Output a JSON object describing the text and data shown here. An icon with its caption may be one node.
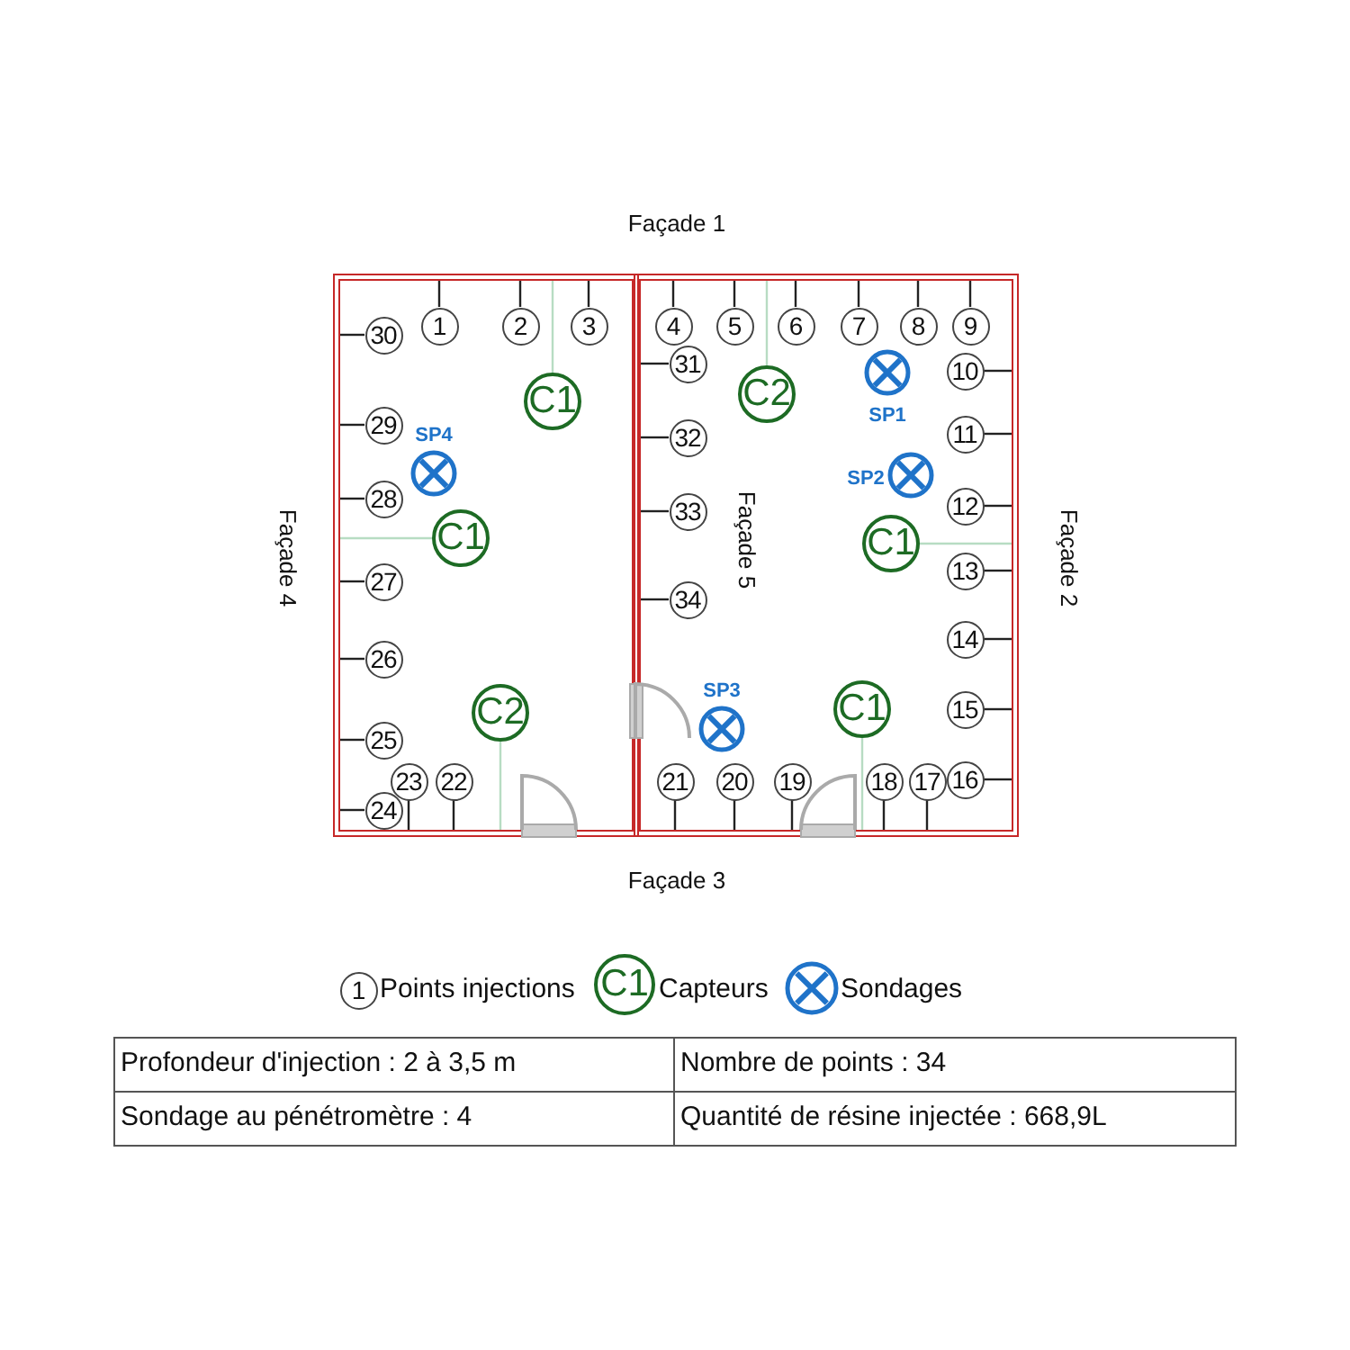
{
  "diagram": {
    "nodes": [
      {
        "text": [],
        "shape": "box"
      },
      {
        "text": [],
        "shape": "box"
      },
      {
        "text": [
          "1"
        ],
        "in": 0
      },
      {
        "text": [
          "2"
        ],
        "in": 0
      },
      {
        "text": [
          "3"
        ],
        "in": 0
      },
      {
        "text": [
          "4"
        ],
        "in": 1
      },
      {
        "text": [
          "5"
        ],
        "in": 1
      },
      {
        "text": [
          "6"
        ],
        "in": 1
      },
      {
        "text": [
          "7"
        ],
        "in": 1
      },
      {
        "text": [
          "8"
        ],
        "in": 1
      },
      {
        "text": [
          "9"
        ],
        "in": 1
      },
      {
        "text": [
          "10"
        ],
        "in": 1
      },
      {
        "text": [
          "11"
        ],
        "in": 1
      },
      {
        "text": [
          "12"
        ],
        "in": 1
      },
      {
        "text": [
          "13"
        ],
        "in": 1
      },
      {
        "text": [
          "14"
        ],
        "in": 1
      },
      {
        "text": [
          "15"
        ],
        "in": 1
      },
      {
        "text": [
          "16"
        ],
        "in": 1
      },
      {
        "text": [
          "17"
        ],
        "in": 1
      },
      {
        "text": [
          "18"
        ],
        "in": 1
      },
      {
        "text": [
          "19"
        ],
        "in": 1
      },
      {
        "text": [
          "20"
        ],
        "in": 1
      },
      {
        "text": [
          "21"
        ],
        "in": 1
      },
      {
        "text": [
          "22"
        ],
        "in": 0
      },
      {
        "text": [
          "23"
        ],
        "in": 0
      },
      {
        "text": [
          "24"
        ],
        "in": 0
      },
      {
        "text": [
          "25"
        ],
        "in": 0
      },
      {
        "text": [
          "26"
        ],
        "in": 0
      },
      {
        "text": [
          "27"
        ],
        "in": 0
      },
      {
        "text": [
          "28"
        ],
        "in": 0
      },
      {
        "text": [
          "29"
        ],
        "in": 0
      },
      {
        "text": [
          "30"
        ],
        "in": 0
      },
      {
        "text": [
          "31"
        ],
        "in": 1
      },
      {
        "text": [
          "32"
        ],
        "in": 1
      },
      {
        "text": [
          "33"
        ],
        "in": 1
      },
      {
        "text": [
          "34"
        ],
        "in": 1
      },
      {
        "text": [
          "C1"
        ],
        "in": 0
      },
      {
        "text": [
          "C1"
        ],
        "in": 0
      },
      {
        "text": [
          "C2"
        ],
        "in": 0
      },
      {
        "text": [
          "C2"
        ],
        "in": 1
      },
      {
        "text": [
          "C1"
        ],
        "in": 1
      },
      {
        "text": [
          "C1"
        ],
        "in": 1
      },
      {
        "text": [
          "SP4"
        ],
        "in": 0
      },
      {
        "text": [
          "SP1"
        ],
        "in": 1
      },
      {
        "text": [
          "SP2"
        ],
        "in": 1
      },
      {
        "text": [
          "SP3"
        ],
        "in": 1
      }
    ],
    "edges": [
      {
        "from": 2,
        "to": 0,
        "arrow": "none"
      },
      {
        "from": 3,
        "to": 0,
        "arrow": "none"
      },
      {
        "from": 4,
        "to": 0,
        "arrow": "none"
      },
      {
        "from": 5,
        "to": 1,
        "arrow": "none"
      },
      {
        "from": 6,
        "to": 1,
        "arrow": "none"
      },
      {
        "from": 7,
        "to": 1,
        "arrow": "none"
      },
      {
        "from": 8,
        "to": 1,
        "arrow": "none"
      },
      {
        "from": 9,
        "to": 1,
        "arrow": "none"
      },
      {
        "from": 10,
        "to": 1,
        "arrow": "none"
      },
      {
        "from": 11,
        "to": 1,
        "arrow": "none"
      },
      {
        "from": 12,
        "to": 1,
        "arrow": "none"
      },
      {
        "from": 13,
        "to": 1,
        "arrow": "none"
      },
      {
        "from": 14,
        "to": 1,
        "arrow": "none"
      },
      {
        "from": 15,
        "to": 1,
        "arrow": "none"
      },
      {
        "from": 16,
        "to": 1,
        "arrow": "none"
      },
      {
        "from": 17,
        "to": 1,
        "arrow": "none"
      },
      {
        "from": 18,
        "to": 1,
        "arrow": "none"
      },
      {
        "from": 19,
        "to": 1,
        "arrow": "none"
      },
      {
        "from": 20,
        "to": 1,
        "arrow": "none"
      },
      {
        "from": 21,
        "to": 1,
        "arrow": "none"
      },
      {
        "from": 22,
        "to": 1,
        "arrow": "none"
      },
      {
        "from": 23,
        "to": 0,
        "arrow": "none"
      },
      {
        "from": 24,
        "to": 0,
        "arrow": "none"
      },
      {
        "from": 25,
        "to": 0,
        "arrow": "none"
      },
      {
        "from": 26,
        "to": 0,
        "arrow": "none"
      },
      {
        "from": 27,
        "to": 0,
        "arrow": "none"
      },
      {
        "from": 28,
        "to": 0,
        "arrow": "none"
      },
      {
        "from": 29,
        "to": 0,
        "arrow": "none"
      },
      {
        "from": 30,
        "to": 0,
        "arrow": "none"
      },
      {
        "from": 31,
        "to": 0,
        "arrow": "none"
      },
      {
        "from": 32,
        "to": 1,
        "arrow": "none"
      },
      {
        "from": 33,
        "to": 1,
        "arrow": "none"
      },
      {
        "from": 34,
        "to": 1,
        "arrow": "none"
      },
      {
        "from": 35,
        "to": 1,
        "arrow": "none"
      },
      {
        "from": 36,
        "to": 0,
        "arrow": "none",
        "color": "#b7dcc3"
      },
      {
        "from": 37,
        "to": 0,
        "arrow": "none",
        "color": "#b7dcc3"
      },
      {
        "from": 38,
        "to": 0,
        "arrow": "none",
        "color": "#b7dcc3"
      },
      {
        "from": 39,
        "to": 1,
        "arrow": "none",
        "color": "#b7dcc3"
      },
      {
        "from": 40,
        "to": 1,
        "arrow": "none",
        "color": "#b7dcc3"
      },
      {
        "from": 41,
        "to": 1,
        "arrow": "none",
        "color": "#b7dcc3"
      }
    ],
    "labels": [
      "Façade 1",
      "Façade 4",
      "Façade 5",
      "Façade 2",
      "Façade 3",
      "1",
      "C1",
      "Profondeur d'injection : 2 à 3,5 m",
      "Nombre de points : 34",
      "Sondage au pénétromètre : 4",
      "Quantité de résine injectée : 668,9L"
    ],
    "legend": [
      {
        "text": "Points injections"
      },
      {
        "text": "Capteurs"
      },
      {
        "text": "Sondages"
      }
    ]
  }
}
